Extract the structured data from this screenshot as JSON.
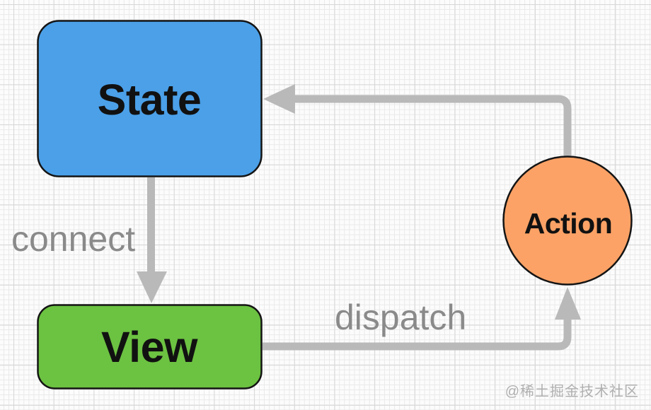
{
  "canvas": {
    "watermark": "@稀土掘金技术社区"
  },
  "colors": {
    "state_fill": "#4BA0E8",
    "view_fill": "#6CC241",
    "action_fill": "#FCA266",
    "node_border": "#141414",
    "arrow": "#b9b9b9",
    "edge_label": "#8a8a8a",
    "node_label": "#111111",
    "watermark": "#a3a3a3"
  },
  "nodes": {
    "state": {
      "label": "State",
      "shape": "rounded-rect"
    },
    "view": {
      "label": "View",
      "shape": "rounded-rect"
    },
    "action": {
      "label": "Action",
      "shape": "circle"
    }
  },
  "edges": {
    "state_to_view": {
      "label": "connect",
      "from": "State",
      "to": "View"
    },
    "view_to_action": {
      "label": "dispatch",
      "from": "View",
      "to": "Action"
    },
    "action_to_state": {
      "label": "",
      "from": "Action",
      "to": "State"
    }
  }
}
